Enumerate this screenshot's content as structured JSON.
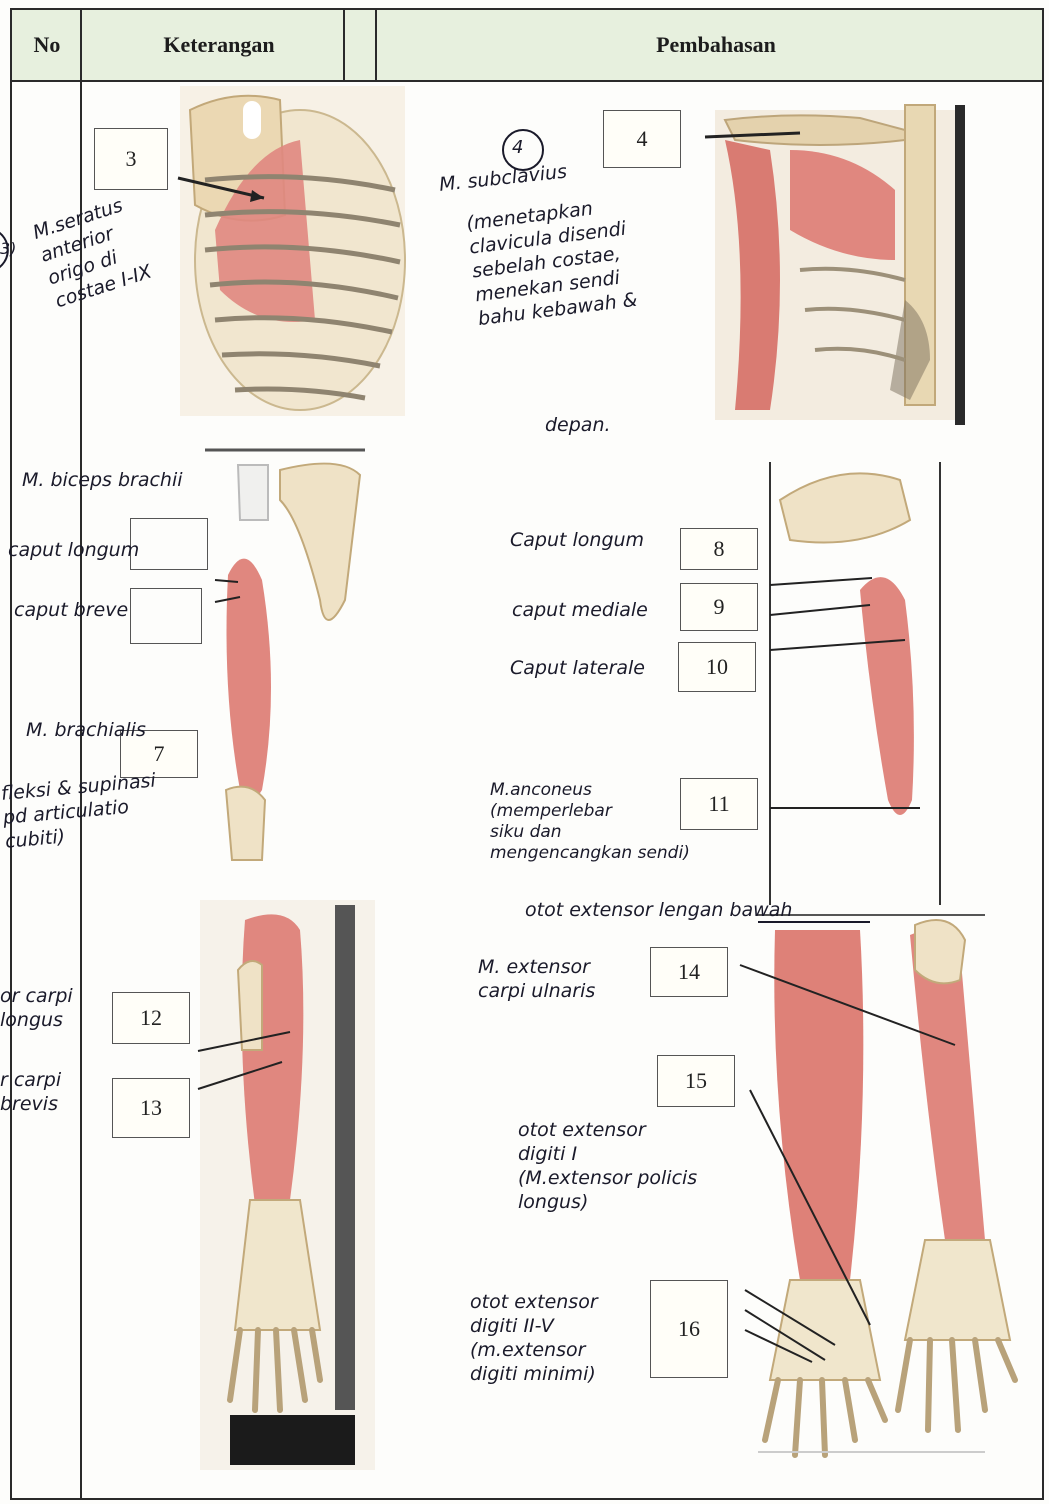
{
  "header": {
    "no": "No",
    "keterangan": "Keterangan",
    "pembahasan": "Pembahasan"
  },
  "boxes": {
    "b3": "3",
    "b4": "4",
    "b7": "7",
    "b8": "8",
    "b9": "9",
    "b10": "10",
    "b11": "11",
    "b12": "12",
    "b13": "13",
    "b14": "14",
    "b15": "15",
    "b16": "16"
  },
  "notes": {
    "n3_marker": "3)",
    "n3": "M.seratus\nanterior\norigo di\ncostae I-IX",
    "n4_marker": "4",
    "n4_title": "M. subclavius",
    "n4_text": "(menetapkan\nclavicula disendi\nsebelah costae,\nmenekan sendi\nbahu kebawah &",
    "n4_end": "depan.",
    "biceps": "M. biceps brachii",
    "caput_longum_left": "caput longum",
    "caput_breve": "caput breve",
    "brachialis": "M. brachialis",
    "brachialis_desc": "fleksi & supinasi\npd articulatio\ncubiti)",
    "caput_longum": "Caput longum",
    "caput_mediale": "caput mediale",
    "caput_laterale": "Caput laterale",
    "anconeus": "M.anconeus\n(memperlebar\nsiku dan\nmengencangkan sendi)",
    "extensor_title": "otot extensor lengan bawah",
    "left_12": "or carpi\nlongus",
    "left_13": "r carpi\nbrevis",
    "ulnaris": "M. extensor\ncarpi ulnaris",
    "digiti": "otot extensor\ndigiti I\n(M.extensor policis\nlongus)",
    "digiti_ii_v": "otot extensor\ndigiti II-V\n(m.extensor\ndigiti minimi)"
  },
  "colors": {
    "header_bg": "#e7f0de",
    "muscle": "#e0877f",
    "bone": "#efe2c6",
    "ink": "#1a1a2a"
  }
}
